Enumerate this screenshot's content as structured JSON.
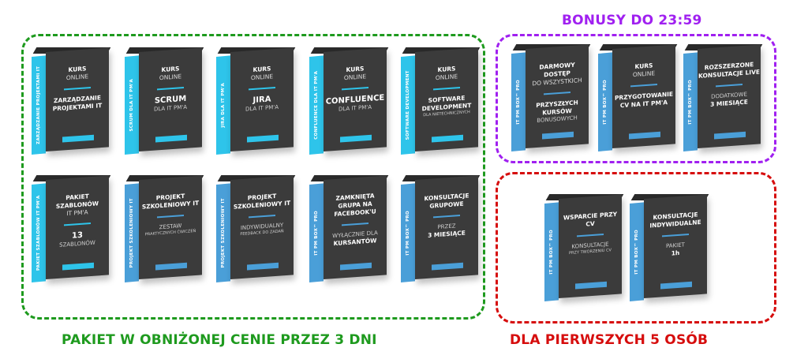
{
  "colors": {
    "green": "#1e9a1e",
    "purple": "#a020f0",
    "red": "#d60d0d",
    "cyan": "#2ec4ea",
    "blue": "#4a9fd8",
    "box": "#3b3b3b"
  },
  "captions": {
    "bonus": "BONUSY DO 23:59",
    "package": "PAKIET W OBNIŻONEJ CENIE PRZEZ 3 DNI",
    "first": "DLA PIERWSZYCH 5 OSÓB"
  },
  "package_boxes": [
    {
      "spine": "ZARZĄDZANIE PROJEKTAMI IT",
      "l1": "KURS",
      "l2": "ONLINE",
      "a": "ZARZĄDZANIE PROJEKTAMI IT",
      "b": "",
      "c": ""
    },
    {
      "spine": "SCRUM DLA IT PM'A",
      "l1": "KURS",
      "l2": "ONLINE",
      "a": "SCRUM",
      "b": "DLA IT PM'A",
      "c": ""
    },
    {
      "spine": "JIRA DLA IT PM'A",
      "l1": "KURS",
      "l2": "ONLINE",
      "a": "JIRA",
      "b": "DLA IT PM'A",
      "c": ""
    },
    {
      "spine": "CONFLUENCE DLA IT PM'A",
      "l1": "KURS",
      "l2": "ONLINE",
      "a": "CONFLUENCE",
      "b": "DLA IT PM'A",
      "c": ""
    },
    {
      "spine": "SOFTWARE DEVELOPMENT",
      "l1": "KURS",
      "l2": "ONLINE",
      "a": "SOFTWARE DEVELOPMENT",
      "b": "",
      "c": "DLA NIETECHNICZNYCH"
    },
    {
      "spine": "PAKIET SZABLONÓW IT PM'A",
      "l1": "PAKIET SZABLONÓW",
      "l2": "IT PM'A",
      "a": "13",
      "b": "SZABLONÓW",
      "c": ""
    },
    {
      "spine": "PROJEKT SZKOLENIOWY IT",
      "l1": "PROJEKT SZKOLENIOWY IT",
      "l2": "",
      "a": "",
      "b": "ZESTAW",
      "c": "PRAKTYCZNYCH ĆWICZEŃ"
    },
    {
      "spine": "PROJEKT SZKOLENIOWY IT",
      "l1": "PROJEKT SZKOLENIOWY IT",
      "l2": "",
      "a": "",
      "b": "INDYWIDUALNY",
      "c": "FEEDBACK DO ZADAŃ"
    },
    {
      "spine": "IT PM BOX™ PRO",
      "l1": "ZAMKNIĘTA GRUPA NA FACEBOOK'U",
      "l2": "",
      "a": "",
      "b": "WYŁĄCZNIE DLA",
      "c": "KURSANTÓW"
    },
    {
      "spine": "IT PM BOX™ PRO",
      "l1": "KONSULTACJE GRUPOWE",
      "l2": "",
      "a": "",
      "b": "PRZEZ",
      "c": "3 MIESIĄCE"
    }
  ],
  "bonus_boxes": [
    {
      "spine": "IT PM BOX™ PRO",
      "l1": "DARMOWY DOSTĘP",
      "l2": "DO WSZYSTKICH",
      "a": "PRZYSZŁYCH KURSÓW",
      "b": "BONUSOWYCH",
      "c": ""
    },
    {
      "spine": "IT PM BOX™ PRO",
      "l1": "KURS",
      "l2": "ONLINE",
      "a": "PRZYGOTOWANIE CV NA IT PM'A",
      "b": "",
      "c": ""
    },
    {
      "spine": "IT PM BOX™ PRO",
      "l1": "ROZSZERZONE KONSULTACJE LIVE",
      "l2": "",
      "a": "",
      "b": "DODATKOWE",
      "c": "3 MIESIĄCE"
    }
  ],
  "first_boxes": [
    {
      "spine": "IT PM BOX™ PRO",
      "l1": "WSPARCIE PRZY CV",
      "l2": "",
      "a": "",
      "b": "KONSULTACJE",
      "c": "PRZY TWORZENIU CV"
    },
    {
      "spine": "IT PM BOX™ PRO",
      "l1": "KONSULTACJE INDYWIDUALNE",
      "l2": "",
      "a": "",
      "b": "PAKIET",
      "c": "1h"
    }
  ]
}
